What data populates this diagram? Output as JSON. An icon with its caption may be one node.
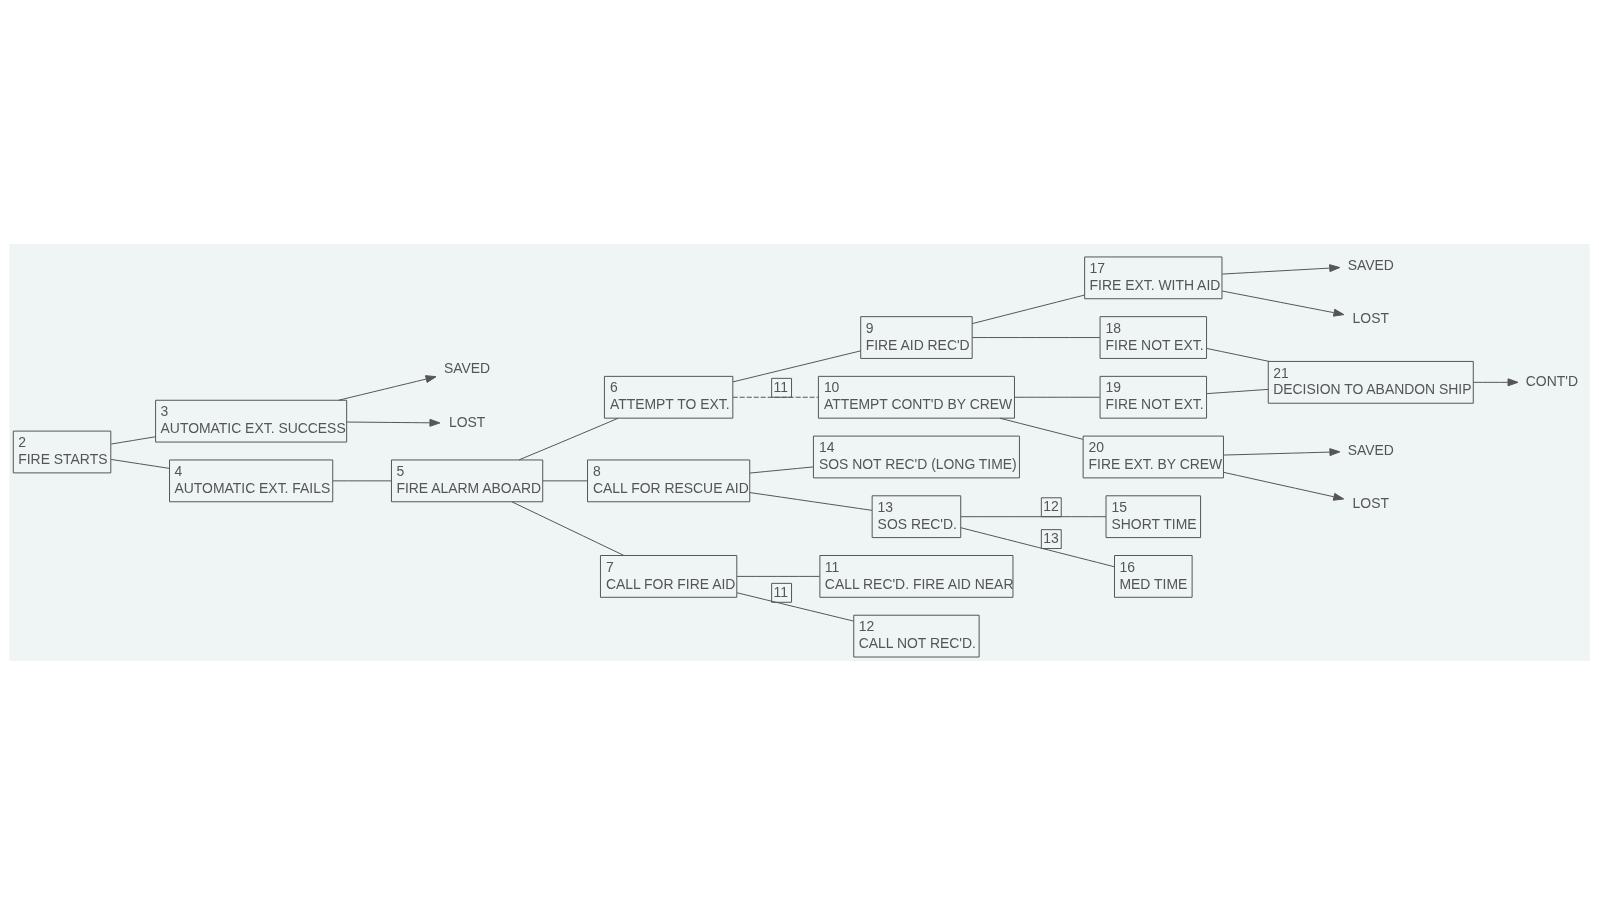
{
  "diagram": {
    "nodes": [
      {
        "text": [
          "2",
          "FIRE STARTS"
        ]
      },
      {
        "text": [
          "3",
          "AUTOMATIC EXT. SUCCESS"
        ]
      },
      {
        "text": [
          "SAVED"
        ]
      },
      {
        "text": [
          "LOST"
        ]
      },
      {
        "text": [
          "4",
          "AUTOMATIC EXT. FAILS"
        ]
      },
      {
        "text": [
          "5",
          "FIRE ALARM ABOARD"
        ]
      },
      {
        "text": [
          "6",
          "ATTEMPT TO EXT."
        ]
      },
      {
        "text": [
          "9",
          "FIRE AID REC'D"
        ]
      },
      {
        "text": [
          "17",
          "FIRE EXT. WITH AID"
        ]
      },
      {
        "text": [
          "SAVED"
        ]
      },
      {
        "text": [
          "LOST"
        ]
      },
      {
        "text": [
          "18",
          "FIRE NOT EXT."
        ]
      },
      {
        "text": [
          "10",
          "ATTEMPT CONT'D BY CREW"
        ]
      },
      {
        "text": [
          "19",
          "FIRE NOT EXT."
        ]
      },
      {
        "text": [
          "20",
          "FIRE EXT. BY CREW"
        ]
      },
      {
        "text": [
          "SAVED"
        ]
      },
      {
        "text": [
          "LOST"
        ]
      },
      {
        "text": [
          "21",
          "DECISION TO ABANDON SHIP"
        ]
      },
      {
        "text": [
          "CONT'D"
        ]
      },
      {
        "text": [
          "8",
          "CALL FOR RESCUE AID"
        ]
      },
      {
        "text": [
          "14",
          "SOS NOT REC'D (LONG TIME)"
        ]
      },
      {
        "text": [
          "13",
          "SOS REC'D."
        ]
      },
      {
        "text": [
          "15",
          "SHORT TIME"
        ]
      },
      {
        "text": [
          "16",
          "MED TIME"
        ]
      },
      {
        "text": [
          "7",
          "CALL FOR FIRE AID"
        ]
      },
      {
        "text": [
          "11",
          "CALL REC'D. FIRE AID NEAR"
        ]
      },
      {
        "text": [
          "12",
          "CALL NOT REC'D."
        ]
      }
    ],
    "edges": [
      {
        "from": 0,
        "to": 1,
        "arrow": "none"
      },
      {
        "from": 1,
        "to": 2,
        "arrow": "to"
      },
      {
        "from": 1,
        "to": 3,
        "arrow": "to"
      },
      {
        "from": 0,
        "to": 4,
        "arrow": "none"
      },
      {
        "from": 4,
        "to": 5,
        "arrow": "none"
      },
      {
        "from": 5,
        "to": 6,
        "arrow": "none"
      },
      {
        "from": 6,
        "to": 7,
        "arrow": "none"
      },
      {
        "from": 7,
        "to": 8,
        "arrow": "none"
      },
      {
        "from": 8,
        "to": 9,
        "arrow": "to"
      },
      {
        "from": 8,
        "to": 10,
        "arrow": "to"
      },
      {
        "from": 7,
        "to": 11,
        "arrow": "none"
      },
      {
        "from": 6,
        "to": 12,
        "arrow": "none",
        "style": "dashed",
        "label": "11"
      },
      {
        "from": 12,
        "to": 13,
        "arrow": "none"
      },
      {
        "from": 12,
        "to": 14,
        "arrow": "none"
      },
      {
        "from": 14,
        "to": 15,
        "arrow": "to"
      },
      {
        "from": 14,
        "to": 16,
        "arrow": "to"
      },
      {
        "from": 11,
        "to": 17,
        "arrow": "none"
      },
      {
        "from": 13,
        "to": 17,
        "arrow": "none"
      },
      {
        "from": 17,
        "to": 18,
        "arrow": "to"
      },
      {
        "from": 5,
        "to": 19,
        "arrow": "none"
      },
      {
        "from": 19,
        "to": 20,
        "arrow": "none"
      },
      {
        "from": 19,
        "to": 21,
        "arrow": "none"
      },
      {
        "from": 21,
        "to": 22,
        "arrow": "none",
        "label": "12"
      },
      {
        "from": 21,
        "to": 23,
        "arrow": "none",
        "label": "13"
      },
      {
        "from": 5,
        "to": 24,
        "arrow": "none"
      },
      {
        "from": 24,
        "to": 25,
        "arrow": "none"
      },
      {
        "from": 24,
        "to": 26,
        "arrow": "none",
        "label": "11"
      }
    ]
  }
}
